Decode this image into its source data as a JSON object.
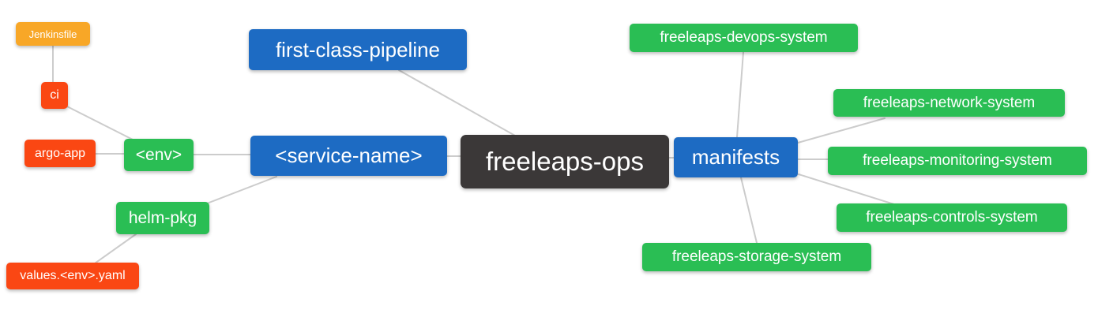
{
  "diagram": {
    "type": "mindmap",
    "background": "#FFFFFF"
  },
  "palette": {
    "root_node": "#3B3838",
    "branch_blue": "#1D6BC3",
    "leaf_green": "#2ABE54",
    "leaf_red": "#FA4713",
    "leaf_orange": "#F8A727",
    "edge_line": "#CCCCCC",
    "node_text": "#FFFFFF"
  },
  "nodes": {
    "root": {
      "label": "freeleaps-ops"
    },
    "first_class_pipeline": {
      "label": "first-class-pipeline"
    },
    "service_name": {
      "label": "<service-name>"
    },
    "env": {
      "label": "<env>"
    },
    "ci": {
      "label": "ci"
    },
    "jenkinsfile": {
      "label": "Jenkinsfile"
    },
    "argo_app": {
      "label": "argo-app"
    },
    "helm_pkg": {
      "label": "helm-pkg"
    },
    "values_env_yaml": {
      "label": "values.<env>.yaml"
    },
    "manifests": {
      "label": "manifests"
    },
    "devops_system": {
      "label": "freeleaps-devops-system"
    },
    "network_system": {
      "label": "freeleaps-network-system"
    },
    "monitoring_system": {
      "label": "freeleaps-monitoring-system"
    },
    "controls_system": {
      "label": "freeleaps-controls-system"
    },
    "storage_system": {
      "label": "freeleaps-storage-system"
    }
  },
  "edges": [
    [
      "jenkinsfile",
      "ci"
    ],
    [
      "ci",
      "env"
    ],
    [
      "argo_app",
      "env"
    ],
    [
      "env",
      "service_name"
    ],
    [
      "service_name",
      "helm_pkg"
    ],
    [
      "helm_pkg",
      "values_env_yaml"
    ],
    [
      "first_class_pipeline",
      "root"
    ],
    [
      "service_name",
      "root"
    ],
    [
      "root",
      "manifests"
    ],
    [
      "manifests",
      "devops_system"
    ],
    [
      "manifests",
      "network_system"
    ],
    [
      "manifests",
      "monitoring_system"
    ],
    [
      "manifests",
      "controls_system"
    ],
    [
      "manifests",
      "storage_system"
    ]
  ]
}
